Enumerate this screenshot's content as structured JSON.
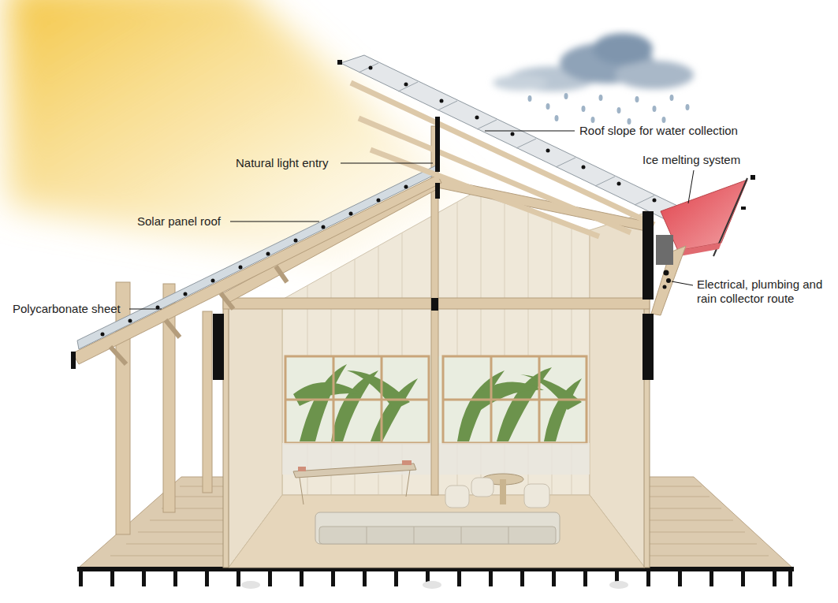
{
  "diagram": {
    "labels": [
      "Roof slope for water collection",
      "Natural light entry",
      "Ice melting system",
      "Solar panel roof",
      "Polycarbonate sheet",
      "Electrical, plumbing and rain collector route"
    ]
  }
}
